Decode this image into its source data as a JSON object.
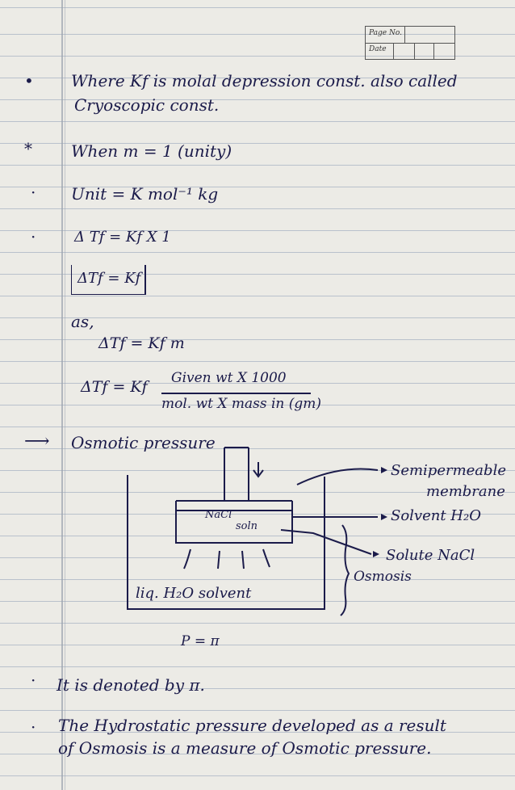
{
  "header": {
    "page_no_label": "Page No.",
    "date_label": "Date"
  },
  "notes": {
    "line1": "Where Kf is molal depression const. also called",
    "line2": "Cryoscopic const.",
    "when": "When m = 1 (unity)",
    "unit": "Unit = K mol⁻¹ kg",
    "eq1": "Δ Tf = Kf X 1",
    "boxed": "ΔTf = Kf",
    "as": "as,",
    "eq2": "ΔTf = Kf m",
    "eq3_lhs": "ΔTf = Kf",
    "eq3_num": "Given wt X 1000",
    "eq3_den": "mol. wt X mass in (gm)",
    "heading": "Osmotic pressure",
    "denoted": "It is denoted by π.",
    "hydro1": "The Hydrostatic pressure developed as a result",
    "hydro2": "of Osmosis is a measure of Osmotic pressure."
  },
  "diagram": {
    "label_membrane1": "Semipermeable",
    "label_membrane2": "membrane",
    "label_solvent": "Solvent H₂O",
    "label_solute": "Solute NaCl",
    "label_osmosis": "Osmosis",
    "inner_nacl": "NaCl",
    "inner_soln": "soln",
    "liquid": "liq. H₂O solvent",
    "formula": "P = π"
  },
  "colors": {
    "ink": "#1b1b4a",
    "rule": "#b9c1cc",
    "paper": "#ecebe6"
  }
}
